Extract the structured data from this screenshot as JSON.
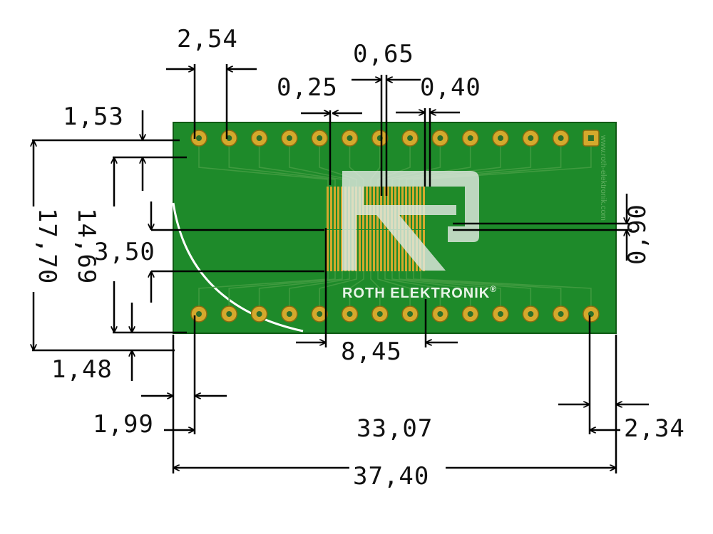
{
  "board": {
    "brand": "ROTH ELEKTRONIK",
    "brand_mark": "®",
    "url": "www.roth-elektronik.com",
    "color": "#1e8a2a",
    "pad_color": "#d4a92c",
    "pins_per_row": 14
  },
  "dimensions": {
    "pitch": "2,54",
    "pad_width": "0,25",
    "pad_pitch": "0,65",
    "pad_gap": "0,40",
    "top_edge": "1,53",
    "row_spacing": "14,69",
    "board_height": "17,70",
    "pad_length": "3,50",
    "pad_offset": "0,90",
    "bottom_edge": "1,48",
    "pad_array_width": "8,45",
    "left_edge": "1,99",
    "pin_span": "33,07",
    "right_edge": "2,34",
    "board_width": "37,40"
  }
}
